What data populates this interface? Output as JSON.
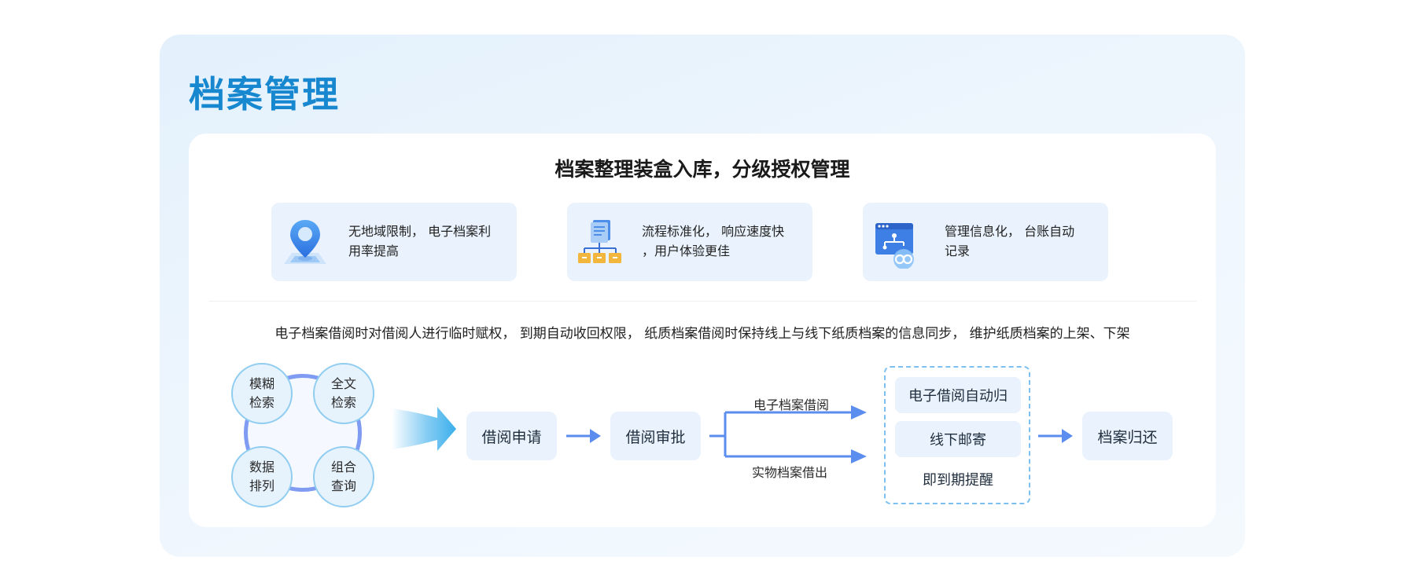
{
  "page": {
    "title": "档案管理"
  },
  "card": {
    "heading": "档案整理装盒入库，分级授权管理",
    "features": [
      {
        "icon": "location-pin-icon",
        "text_line1": "无地域限制， 电子档案利",
        "text_line2": "用率提高"
      },
      {
        "icon": "document-hierarchy-icon",
        "text_line1": "流程标准化， 响应速度快",
        "text_line2": "，用户体验更佳"
      },
      {
        "icon": "workflow-window-icon",
        "text_line1": "管理信息化， 台账自动",
        "text_line2": "记录"
      }
    ],
    "description": "电子档案借阅时对借阅人进行临时赋权， 到期自动收回权限， 纸质档案借阅时保持线上与线下纸质档案的信息同步， 维护纸质档案的上架、下架"
  },
  "search_features": [
    {
      "line1": "模糊",
      "line2": "检索"
    },
    {
      "line1": "全文",
      "line2": "检索"
    },
    {
      "line1": "数据",
      "line2": "排列"
    },
    {
      "line1": "组合",
      "line2": "查询"
    }
  ],
  "flow": {
    "apply": "借阅申请",
    "approve": "借阅审批",
    "branch_upper": "电子档案借阅",
    "branch_lower": "实物档案借出",
    "outcomes": [
      "电子借阅自动归",
      "线下邮寄",
      "即到期提醒"
    ],
    "final": "档案归还"
  },
  "colors": {
    "title": "#1788cf",
    "panel_bg": "#e3f0fc",
    "step_bg": "#eaf3fd",
    "arrow": "#5b8def",
    "ring": "#7f9bf2",
    "dashed_border": "#7cc0ef"
  }
}
